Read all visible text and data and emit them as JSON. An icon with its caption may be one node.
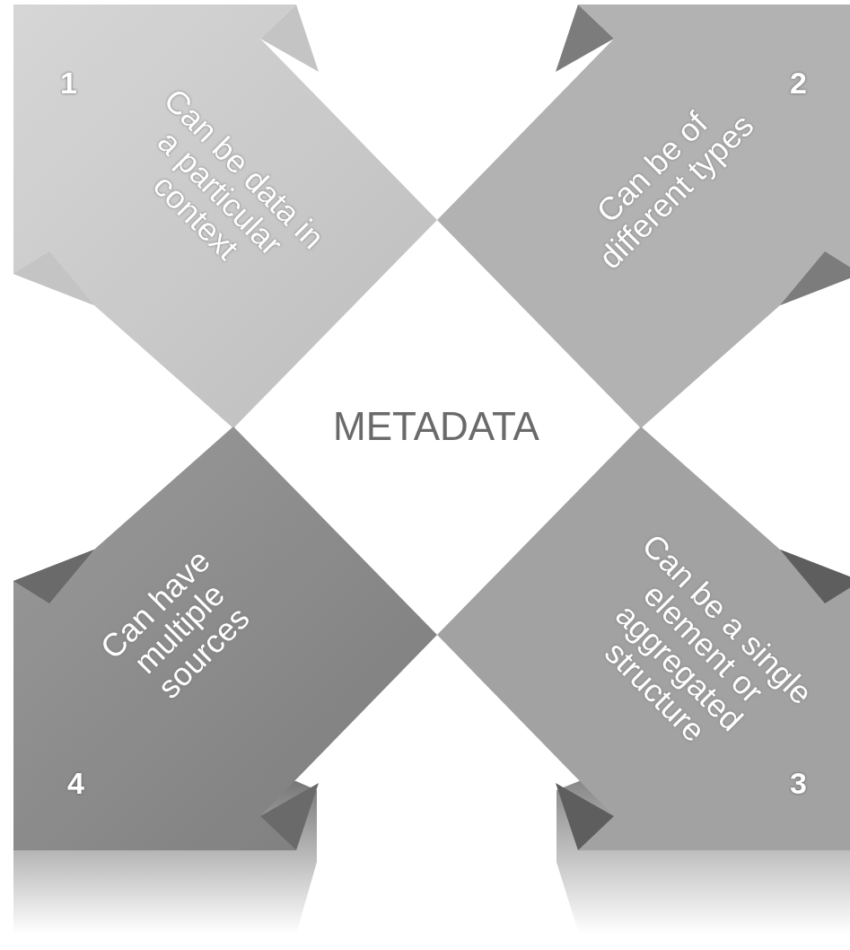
{
  "diagram": {
    "nodes": [
      {
        "text": [
          "1",
          "Can be data in a particular context"
        ]
      },
      {
        "text": [
          "2",
          "Can be of different types"
        ]
      },
      {
        "text": [
          "METADATA"
        ]
      },
      {
        "text": [
          "Can have multiple sources",
          "4"
        ]
      },
      {
        "text": [
          "Can  be a single element or aggregated structure",
          "3"
        ]
      }
    ]
  }
}
